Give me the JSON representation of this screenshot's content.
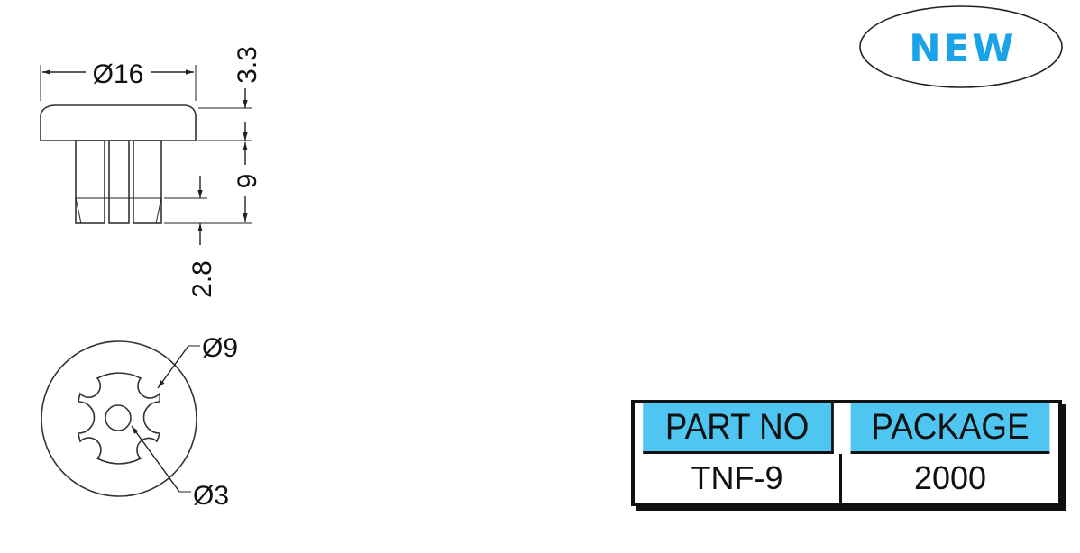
{
  "badge": {
    "label": "NEW",
    "color": "#1aa3e8"
  },
  "side_view": {
    "diameter_label": "Ø16",
    "cap_height_label": "3.3",
    "leg_length_label": "9",
    "tip_length_label": "2.8"
  },
  "top_view": {
    "outer_diameter_label": "Ø9",
    "hole_diameter_label": "Ø3"
  },
  "table": {
    "header_color": "#4fc6f2",
    "headers": [
      "PART NO",
      "PACKAGE"
    ],
    "rows": [
      [
        "TNF-9",
        "2000"
      ]
    ]
  }
}
